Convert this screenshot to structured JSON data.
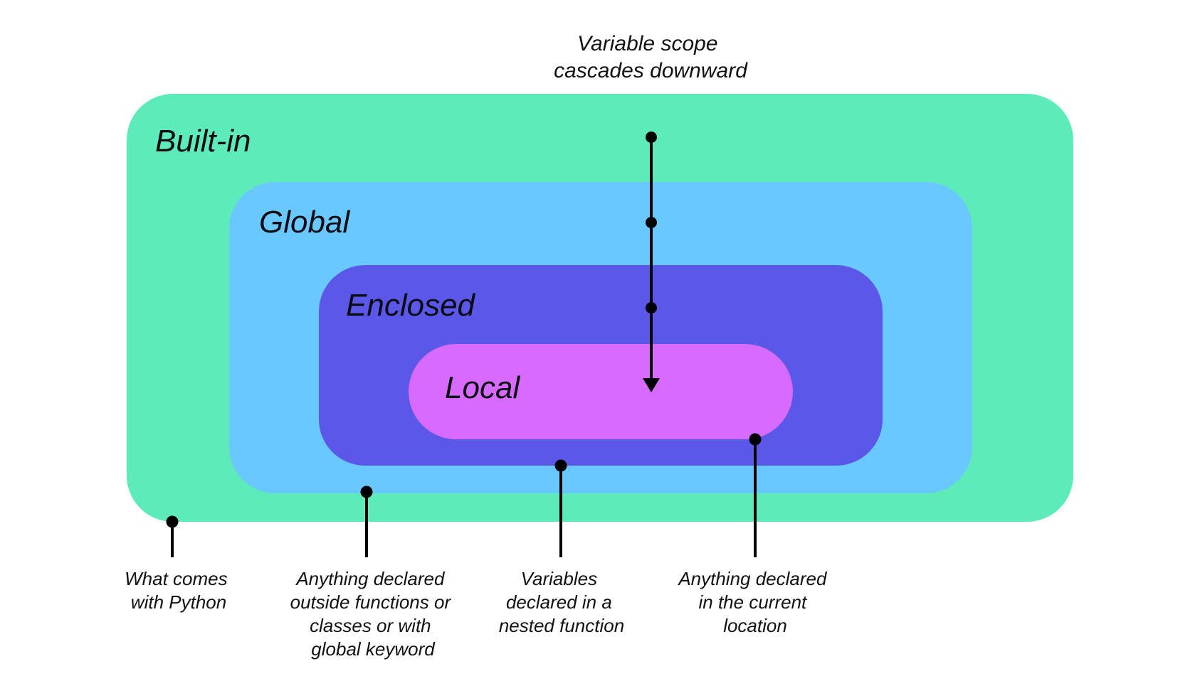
{
  "cascade": {
    "line1": "Variable scope",
    "line2": "cascades downward"
  },
  "scopes": [
    {
      "label": "Built-in",
      "color": "#5DEBB9"
    },
    {
      "label": "Global",
      "color": "#69C8FF"
    },
    {
      "label": "Enclosed",
      "color": "#5B57E8"
    },
    {
      "label": "Local",
      "color": "#D86BFF"
    }
  ],
  "captions": {
    "builtin": [
      "What comes",
      "with Python"
    ],
    "global": [
      "Anything declared",
      "outside functions or",
      "classes or with",
      "global keyword"
    ],
    "enclosed": [
      "Variables",
      "declared in a",
      "nested function"
    ],
    "local": [
      "Anything declared",
      "in the current",
      "location"
    ]
  }
}
